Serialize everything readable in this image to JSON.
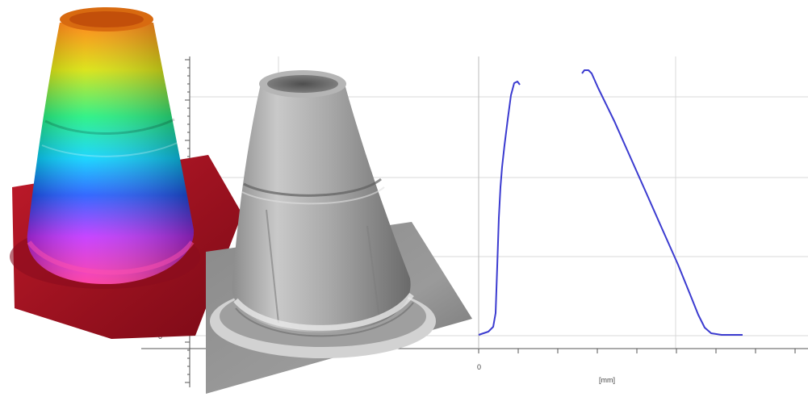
{
  "plot": {
    "y_tick_label": "0",
    "x_tick_label": "0",
    "x_unit_label": "[mm]",
    "line_color": "#3b3bd0",
    "grid_color": "#d9d9d9",
    "axis_color": "#555555"
  },
  "renderings": [
    {
      "name": "height-colored-cone",
      "colors": [
        "#ff7a00",
        "#d7e000",
        "#18f07a",
        "#00d0ff",
        "#1a55ff",
        "#c02cff",
        "#ff2c9a",
        "#b0102a"
      ]
    },
    {
      "name": "grey-shaded-cone",
      "colors": [
        "#9a9a9a",
        "#e6e6e6",
        "#6e6e6e"
      ]
    }
  ]
}
